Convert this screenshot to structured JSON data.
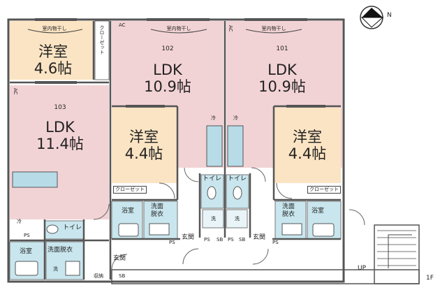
{
  "orientation": {
    "north": "N",
    "compass_icon": "north-arrow-icon"
  },
  "floor": "1F",
  "stair_label": "UP",
  "colors": {
    "ldk": "#f2d3d5",
    "western": "#fbe4c3",
    "wet": "#c9e6ee",
    "fixture": "#b7dce8",
    "wall": "#555555"
  },
  "units": [
    {
      "number": "103",
      "ldk": {
        "name": "LDK",
        "size": "11.4帖"
      },
      "western": {
        "name": "洋室",
        "size": "4.6帖"
      }
    },
    {
      "number": "102",
      "ldk": {
        "name": "LDK",
        "size": "10.9帖"
      },
      "western": {
        "name": "洋室",
        "size": "4.4帖"
      }
    },
    {
      "number": "101",
      "ldk": {
        "name": "LDK",
        "size": "10.9帖"
      },
      "western": {
        "name": "洋室",
        "size": "4.4帖"
      }
    }
  ],
  "labels": {
    "indoor_drying": "室内物干し",
    "ac": "AC",
    "ac_vertical": "AC",
    "closet": "クローゼット",
    "closet_vertical": "クローゼット",
    "fridge": "冷",
    "toilet": "トイレ",
    "bath": "浴室",
    "wash_dress": "洗面脱衣",
    "wash_dress_1": "洗面",
    "wash_dress_2": "脱衣",
    "washer": "洗",
    "entrance": "玄関",
    "storage": "収納",
    "ps": "PS",
    "sb": "SB"
  }
}
